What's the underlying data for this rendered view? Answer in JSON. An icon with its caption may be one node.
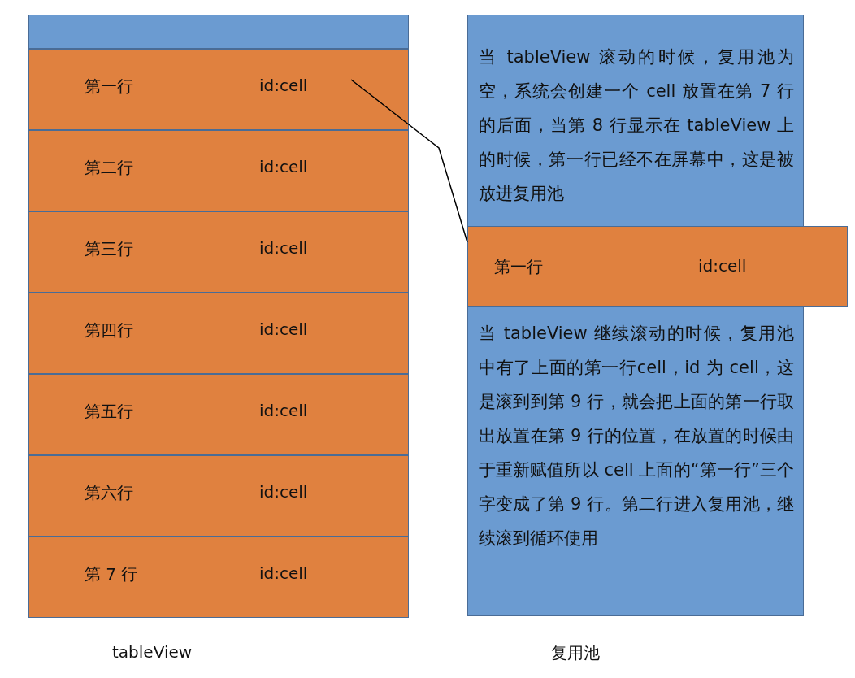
{
  "diagram": {
    "nodes": [
      {
        "text": [],
        "shape": "bar"
      },
      {
        "text": [
          "第一行",
          "id:cell"
        ]
      },
      {
        "text": [
          "第二行",
          "id:cell"
        ]
      },
      {
        "text": [
          "第三行",
          "id:cell"
        ]
      },
      {
        "text": [
          "第四行",
          "id:cell"
        ]
      },
      {
        "text": [
          "第五行",
          "id:cell"
        ]
      },
      {
        "text": [
          "第六行",
          "id:cell"
        ]
      },
      {
        "text": [
          "第 7 行",
          "id:cell"
        ]
      },
      {
        "text": [
          "当 tableView 滚动的时候，复用池为空，系统会创建一个 cell 放置在第 7 行的后面，当第 8 行显示在 tableView 上的时候，第一行已经不在屏幕中，这是被放进复用池",
          "当 tableView 继续滚动的时候，复用池中有了上面的第一行cell，id 为 cell，这是滚到到第 9 行，就会把上面的第一行取出放置在第 9 行的位置，在放置的时候由于重新赋值所以 cell 上面的“第一行”三个字变成了第 9 行。第二行进入复用池，继续滚到循环使用"
        ]
      },
      {
        "text": [
          "第一行",
          "id:cell"
        ]
      }
    ],
    "edges": [
      {
        "from": 1,
        "to": 9,
        "arrow": "none"
      }
    ],
    "labels": [
      "tableView",
      "复用池"
    ]
  }
}
